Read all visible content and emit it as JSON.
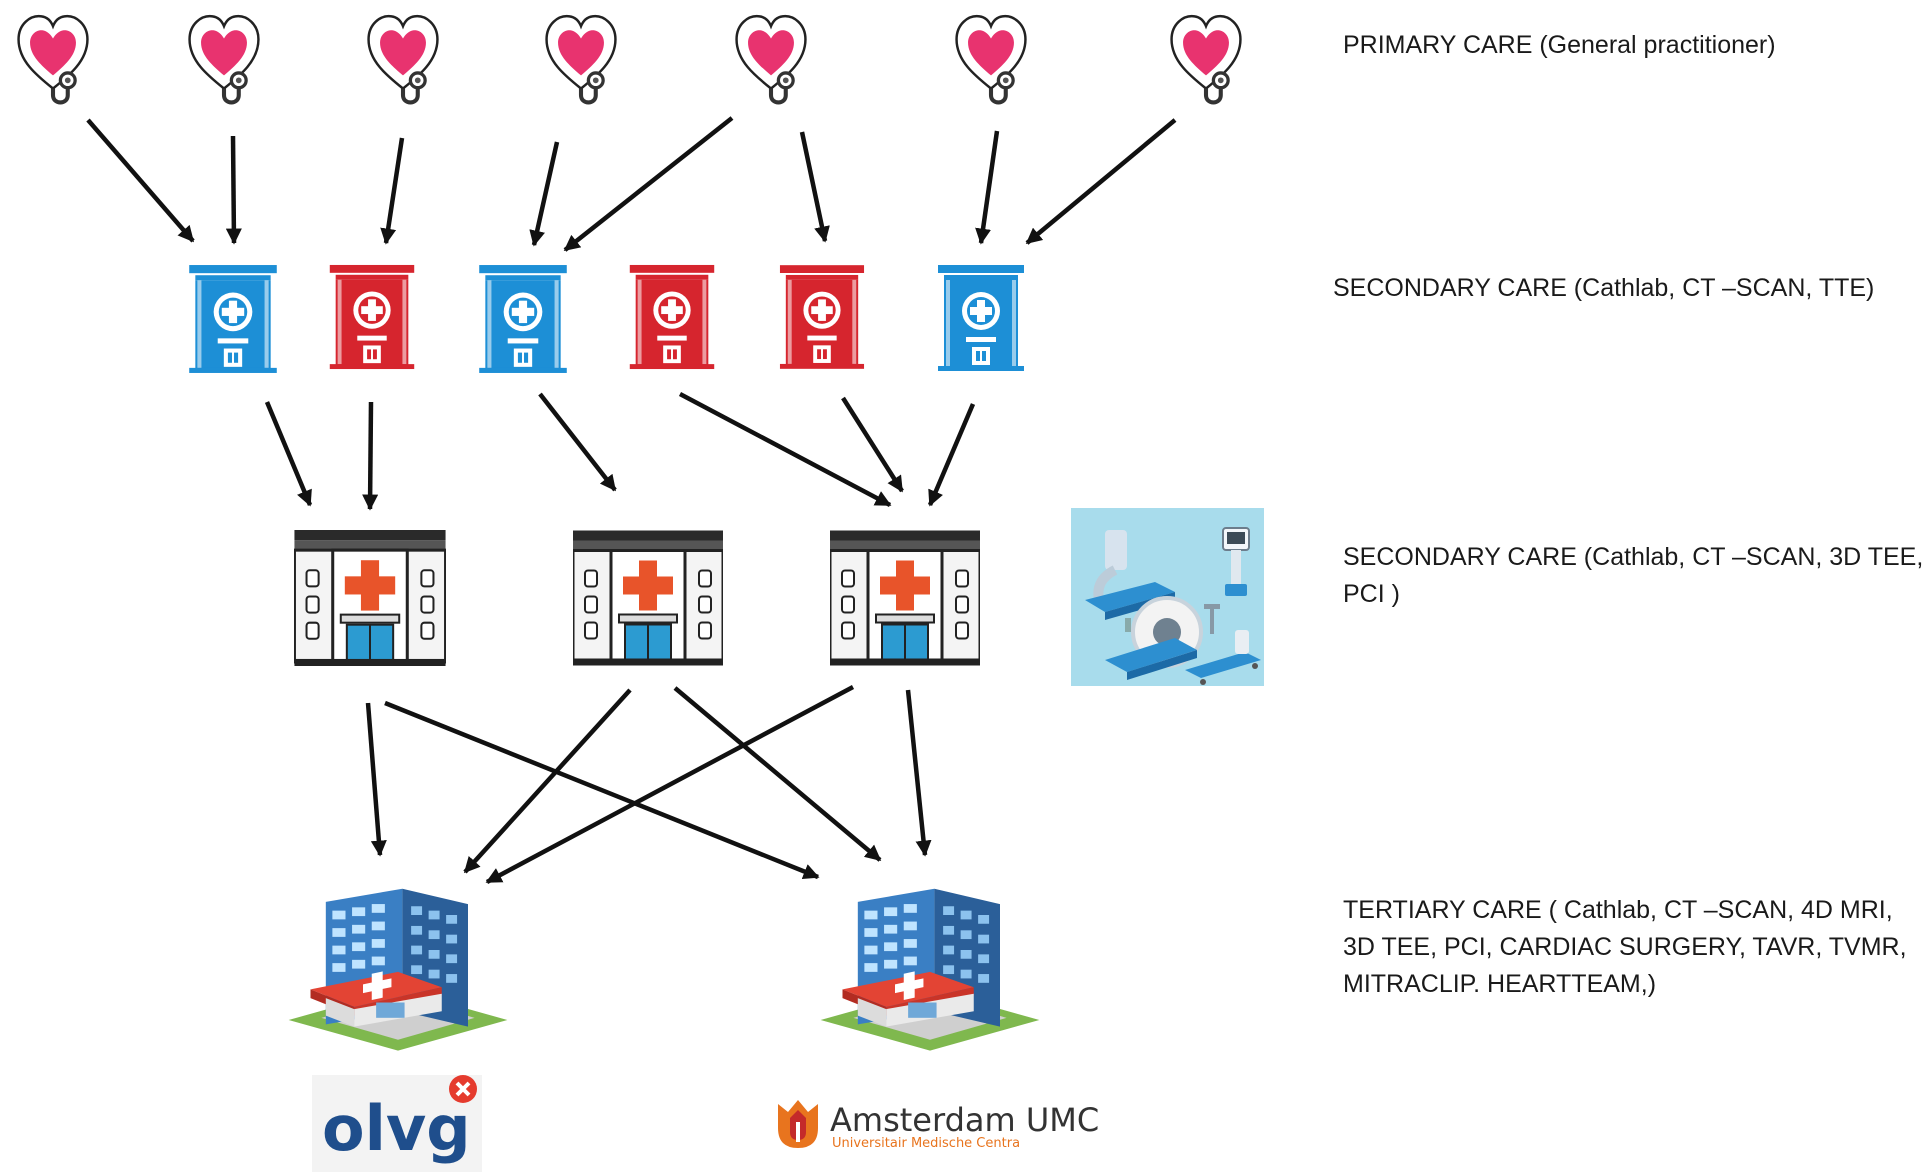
{
  "levels": {
    "primary": {
      "lines": [
        "PRIMARY CARE (General practitioner)"
      ]
    },
    "secondary_first": {
      "lines": [
        "SECONDARY CARE (Cathlab, CT –SCAN, TTE)"
      ]
    },
    "secondary_second": {
      "lines": [
        "SECONDARY CARE (Cathlab, CT –SCAN, 3D TEE,",
        "PCI )"
      ]
    },
    "tertiary": {
      "lines": [
        "TERTIARY CARE ( Cathlab, CT –SCAN, 4D MRI,",
        "3D TEE, PCI, CARDIAC SURGERY, TAVR, TVMR,",
        "MITRACLIP. HEARTTEAM,)"
      ]
    }
  },
  "logos": {
    "olvg": {
      "text": "olvg"
    },
    "amsterdam_umc": {
      "name": "Amsterdam UMC",
      "subtitle": "Universitair Medische Centra"
    }
  },
  "icons": {
    "gp": "stethoscope-heart-icon",
    "clinic": "clinic-building-icon",
    "hospital": "hospital-building-icon",
    "equipment": "medical-equipment-icon",
    "tertiary": "tertiary-hospital-icon"
  },
  "colors": {
    "heart": "#e8336f",
    "clinic_blue": "#1d8fd6",
    "clinic_red": "#d6252e",
    "cross": "#e8542a",
    "olvg_blue": "#1f4e8c",
    "olvg_red": "#e53b2e",
    "ams_orange": "#e8741e",
    "ams_red": "#c42a2a"
  }
}
